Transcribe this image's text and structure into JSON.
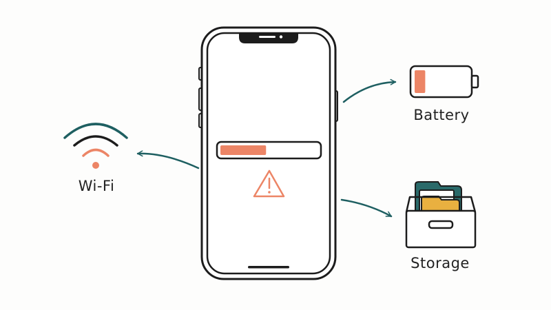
{
  "labels": {
    "wifi": "Wi-Fi",
    "battery": "Battery",
    "storage": "Storage"
  },
  "phone": {
    "progress_fraction": 0.47
  },
  "battery": {
    "level_fraction": 0.2
  },
  "colors": {
    "ink": "#1c1c1c",
    "accent": "#ec8566",
    "teal": "#1e5f61",
    "folder_yellow": "#e9b040",
    "folder_teal": "#2a6a6a",
    "background": "#fdfdfc"
  },
  "icons": {
    "wifi": "wifi-icon",
    "battery": "battery-icon",
    "storage": "storage-box-icon",
    "warning": "warning-triangle-icon"
  }
}
